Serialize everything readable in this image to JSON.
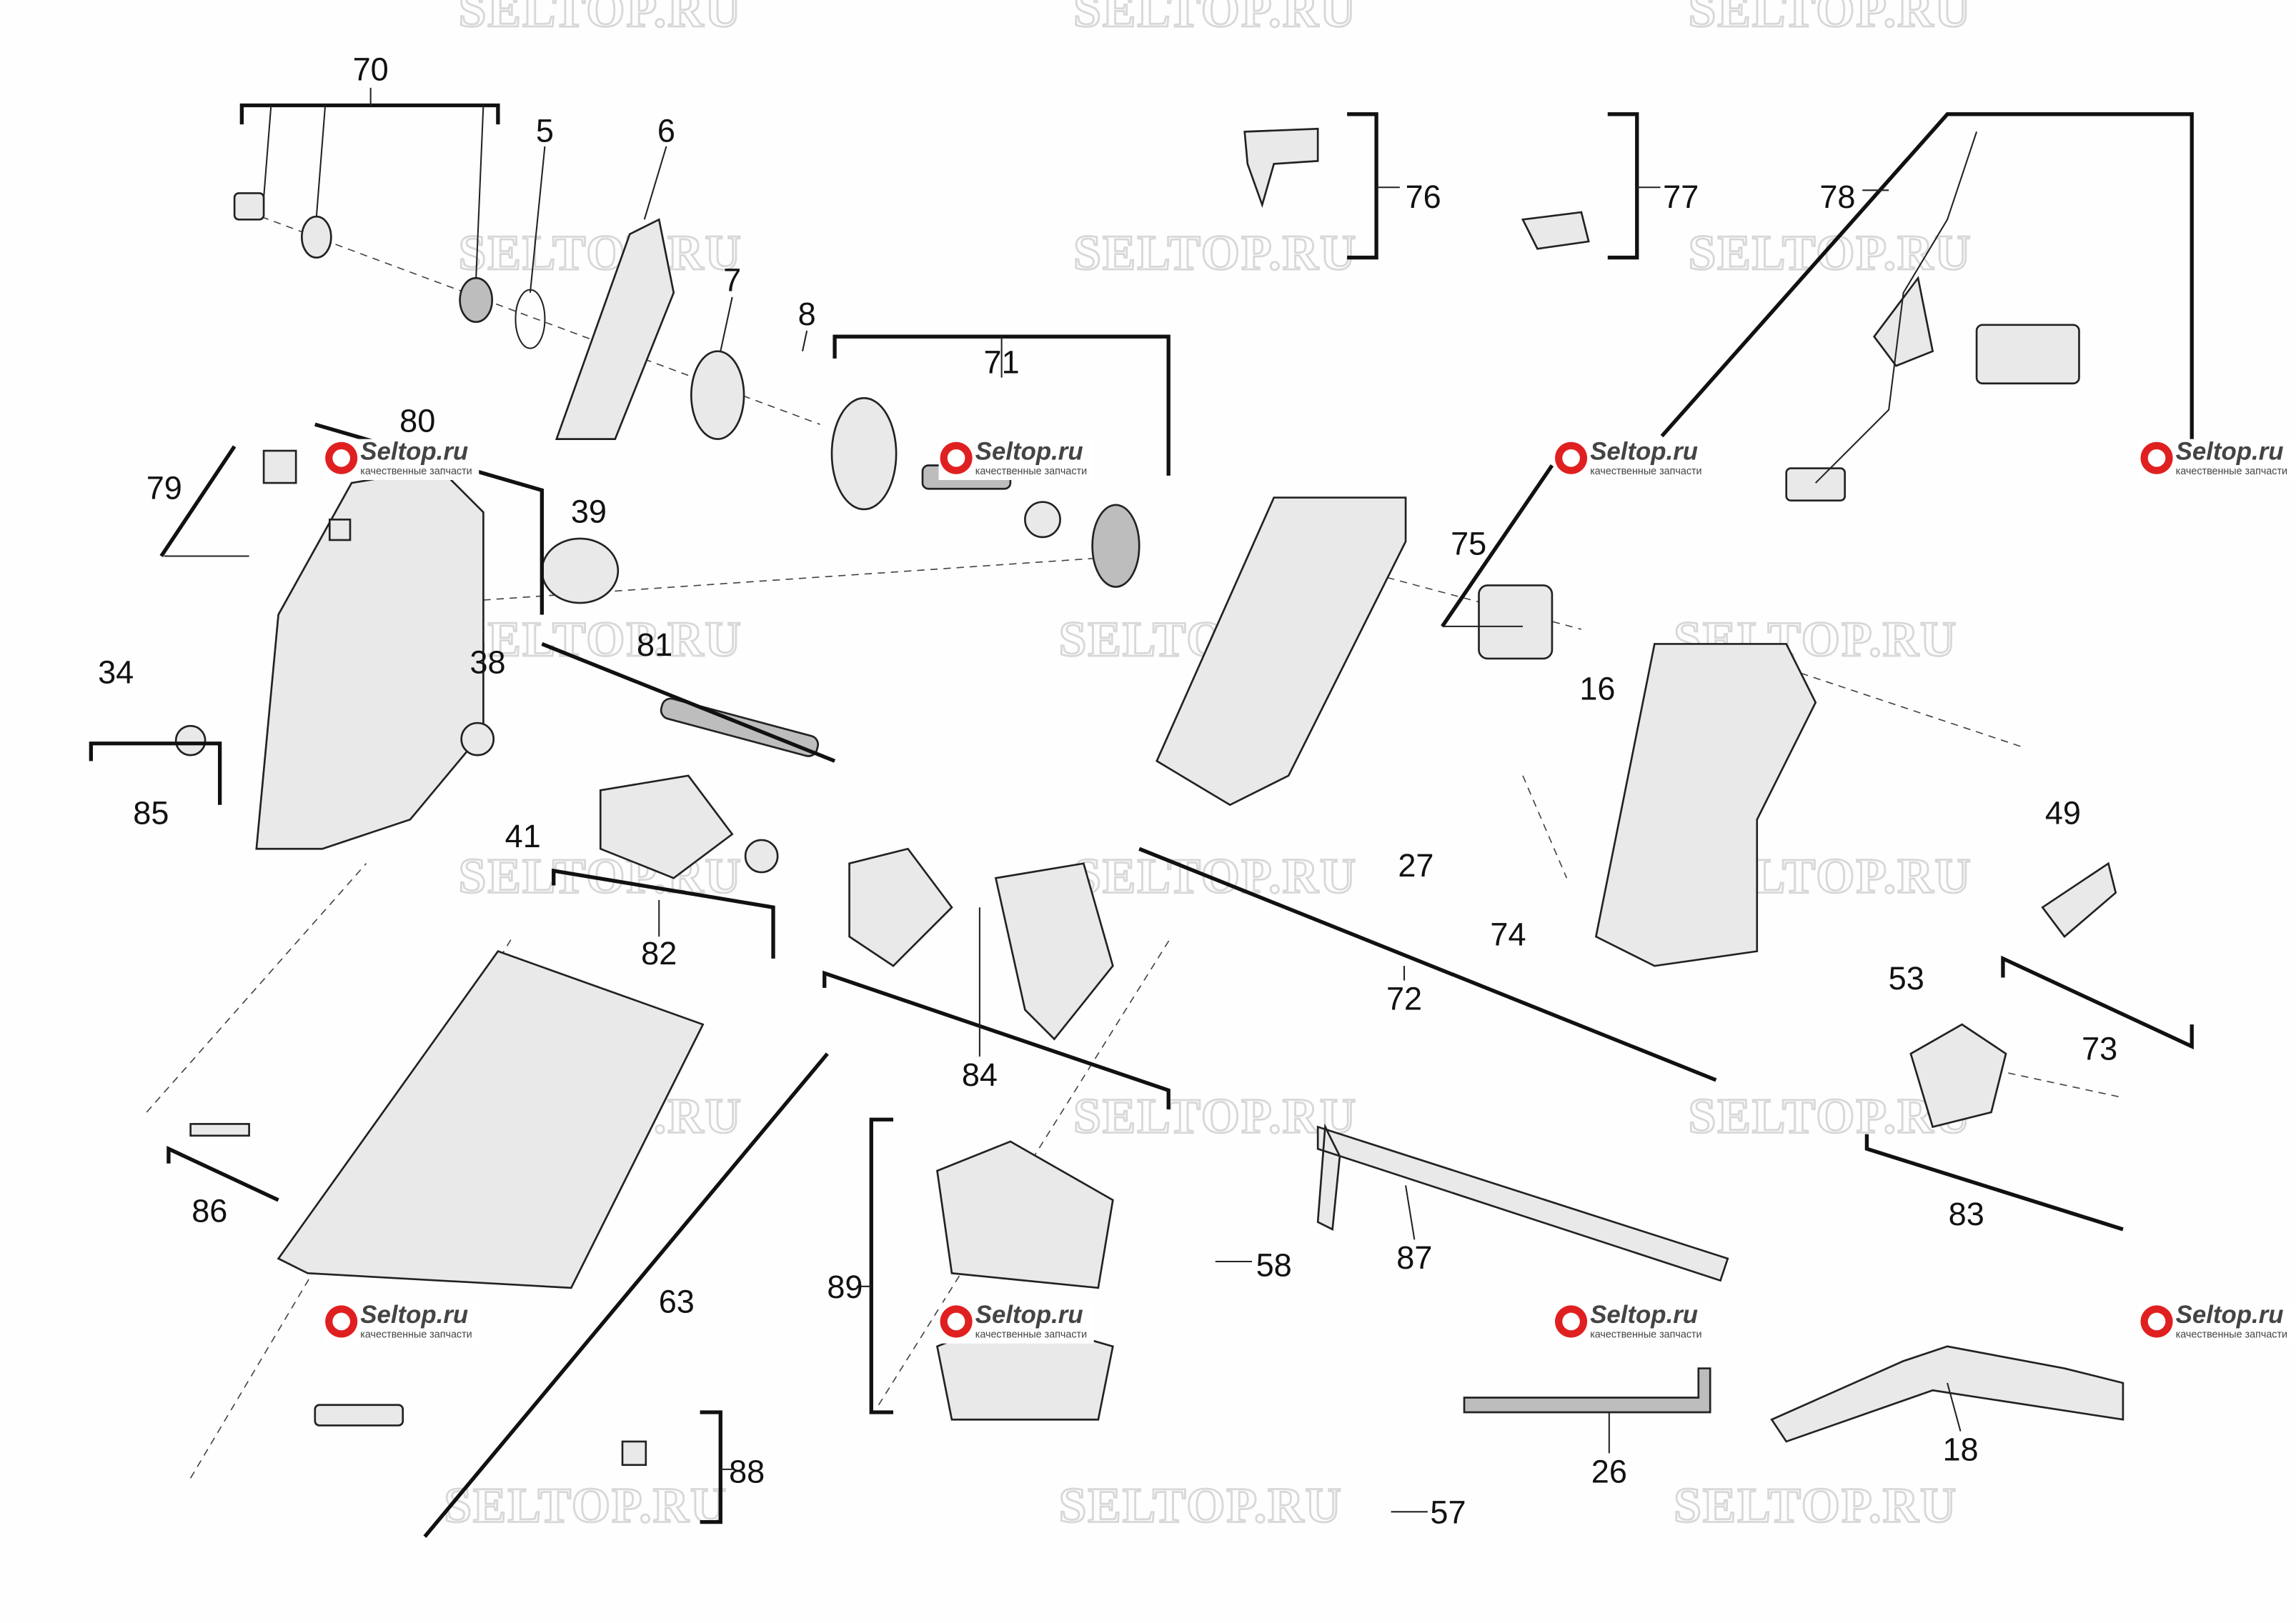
{
  "watermark": {
    "text": "SELTOP.RU",
    "logo_title": "Seltop.ru",
    "logo_subtitle": "качественные запчасти",
    "logo_color": "#e02020"
  },
  "labels": {
    "p70": "70",
    "p5": "5",
    "p6": "6",
    "p7": "7",
    "p8": "8",
    "p71": "71",
    "p76": "76",
    "p77": "77",
    "p78": "78",
    "p80": "80",
    "p79": "79",
    "p39": "39",
    "p75": "75",
    "p81": "81",
    "p38": "38",
    "p34": "34",
    "p16": "16",
    "p49": "49",
    "p85": "85",
    "p41": "41",
    "p27": "27",
    "p82": "82",
    "p74": "74",
    "p53": "53",
    "p72": "72",
    "p73": "73",
    "p84": "84",
    "p83": "83",
    "p86": "86",
    "p58": "58",
    "p87": "87",
    "p89": "89",
    "p63": "63",
    "p88": "88",
    "p26": "26",
    "p18": "18",
    "p57": "57"
  }
}
